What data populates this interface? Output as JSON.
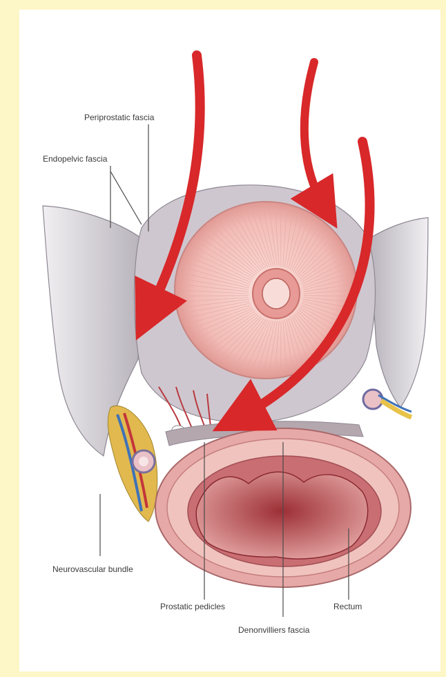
{
  "labels": {
    "periprostatic_fascia": "Periprostatic fascia",
    "endopelvic_fascia": "Endopelvic fascia",
    "neurovascular_bundle": "Neurovascular bundle",
    "prostatic_pedicles": "Prostatic pedicles",
    "rectum": "Rectum",
    "denonvilliers_fascia": "Denonvilliers fascia"
  },
  "colors": {
    "frame": "#fdf6c6",
    "arrow": "#d8282a",
    "prostate": "#f0b9b5",
    "rectum_wall": "#d98c8c",
    "fascia": "#d9d6da"
  }
}
